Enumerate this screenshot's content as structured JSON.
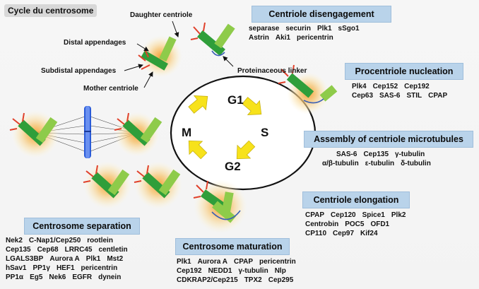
{
  "title": "Cycle du centrosome",
  "labels": {
    "daughter_centriole": "Daughter centriole",
    "distal_appendages": "Distal appendages",
    "subdistal_appendages": "Subdistal appendages",
    "mother_centriole": "Mother  centriole",
    "proteinaceous_linker": "Proteinaceous linker"
  },
  "phases": {
    "g1": "G1",
    "s": "S",
    "g2": "G2",
    "m": "M"
  },
  "stages": {
    "disengagement": {
      "title": "Centriole disengagement",
      "rows": [
        [
          "separase",
          "securin",
          "Plk1",
          "sSgo1"
        ],
        [
          "Astrin",
          "Aki1",
          "pericentrin"
        ]
      ]
    },
    "nucleation": {
      "title": "Procentriole nucleation",
      "rows": [
        [
          "Plk4",
          "Cep152",
          "Cep192"
        ],
        [
          "Cep63",
          "SAS-6",
          "STIL",
          "CPAP"
        ]
      ]
    },
    "assembly": {
      "title": "Assembly of centriole microtubules",
      "rows": [
        [
          "SAS-6",
          "Cep135",
          "γ-tubulin"
        ],
        [
          "α/β-tubulin",
          "ε-tubulin",
          "δ-tubulin"
        ]
      ]
    },
    "elongation": {
      "title": "Centriole elongation",
      "rows": [
        [
          "CPAP",
          "Cep120",
          "Spice1",
          "Plk2"
        ],
        [
          "Centrobin",
          "POC5",
          "OFD1"
        ],
        [
          "CP110",
          "Cep97",
          "Kif24"
        ]
      ]
    },
    "maturation": {
      "title": "Centrosome maturation",
      "rows": [
        [
          "Plk1",
          "Aurora A",
          "CPAP",
          "pericentrin"
        ],
        [
          "Cep192",
          "NEDD1",
          "γ-tubulin",
          "Nlp"
        ],
        [
          "CDKRAP2/Cep215",
          "TPX2",
          "Cep295"
        ]
      ]
    },
    "separation": {
      "title": "Centrosome separation",
      "rows": [
        [
          "Nek2",
          "C-Nap1/Cep250",
          "rootlein"
        ],
        [
          "Cep135",
          "Cep68",
          "LRRC45",
          "centletin"
        ],
        [
          "LGALS3BP",
          "Aurora A",
          "Plk1",
          "Mst2"
        ],
        [
          "hSav1",
          "PP1γ",
          "HEF1",
          "pericentrin"
        ],
        [
          "PP1α",
          "Eg5",
          "Nek6",
          "EGFR",
          "dynein"
        ]
      ]
    }
  },
  "colors": {
    "centriole_dark": "#2f9e3a",
    "centriole_light": "#8ecb4a",
    "appendage": "#e0402a",
    "halo": "#f6c27a",
    "arrow_fill": "#f7e21b",
    "box_fill": "#b9d3ea",
    "linker": "#3a5fb5",
    "spindle": "#2a5bd8"
  }
}
